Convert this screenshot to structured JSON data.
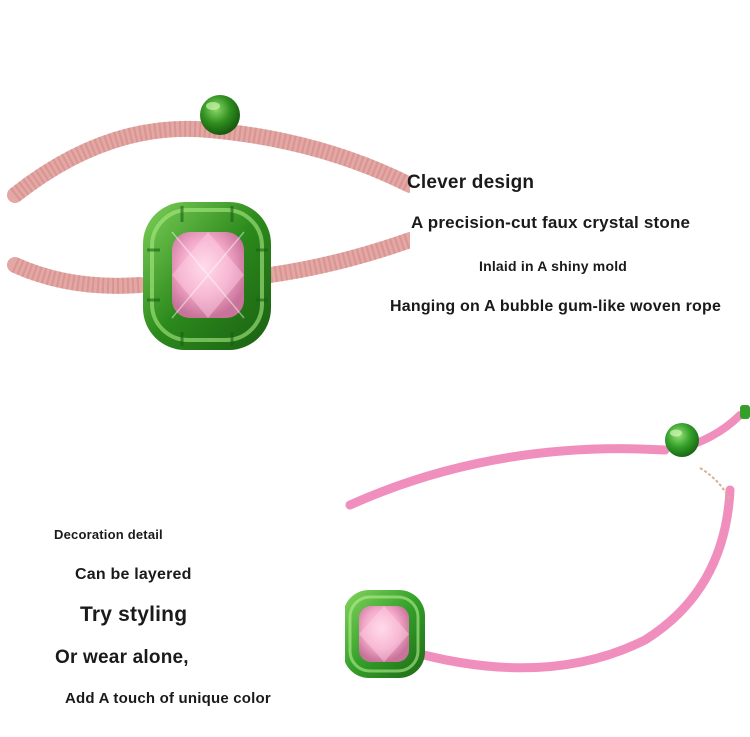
{
  "section_top": {
    "lines": [
      "Clever design",
      "A precision-cut faux crystal stone",
      "Inlaid in A shiny mold",
      "Hanging on A bubble gum-like woven rope"
    ]
  },
  "section_bottom": {
    "lines": [
      "Decoration detail",
      "Can be layered",
      "Try styling",
      "Or wear alone,",
      "Add A touch of unique color"
    ]
  },
  "colors": {
    "cord_top": "#e4a7a4",
    "cord_bottom": "#f08fbe",
    "metal_green": "#2f8f1f",
    "crystal_pink": "#f2a8c8"
  }
}
